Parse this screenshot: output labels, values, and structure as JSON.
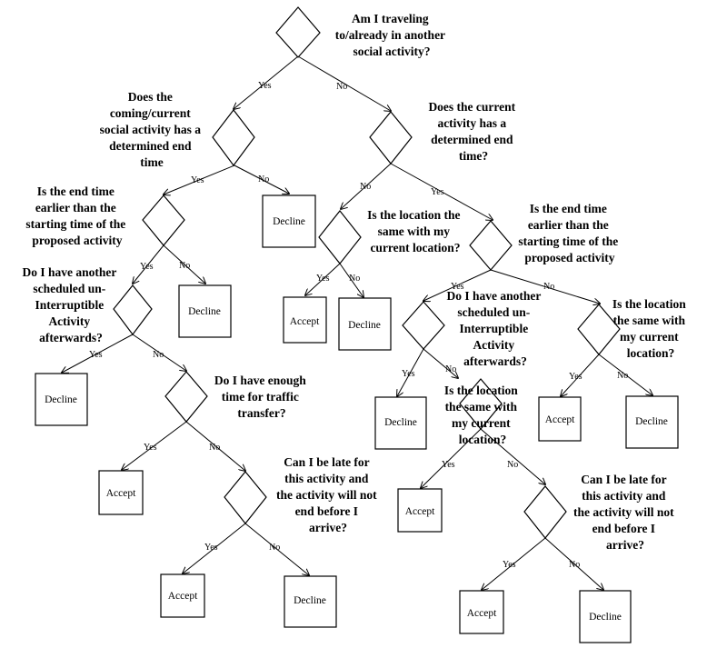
{
  "questions": [
    {
      "id": "q_root",
      "lines": [
        "Am I traveling",
        "to/already in another",
        "social activity?"
      ]
    },
    {
      "id": "q_determined_left",
      "lines": [
        "Does the",
        "coming/current",
        "social activity has a",
        "determined end",
        "time"
      ]
    },
    {
      "id": "q_determined_right",
      "lines": [
        "Does the current",
        "activity has a",
        "determined end",
        "time?"
      ]
    },
    {
      "id": "q_endtime_left",
      "lines": [
        "Is the end time",
        "earlier than the",
        "starting time of the",
        "proposed activity"
      ]
    },
    {
      "id": "q_location_mid",
      "lines": [
        "Is the location the",
        "same with my",
        "current location?"
      ]
    },
    {
      "id": "q_endtime_right",
      "lines": [
        "Is the end time",
        "earlier than the",
        "starting time of the",
        "proposed activity"
      ]
    },
    {
      "id": "q_another_left",
      "lines": [
        "Do I have another",
        "scheduled un-",
        "Interruptible",
        "Activity",
        "afterwards?"
      ]
    },
    {
      "id": "q_another_right",
      "lines": [
        "Do I have another",
        "scheduled un-",
        "Interruptible",
        "Activity",
        "afterwards?"
      ]
    },
    {
      "id": "q_location_right",
      "lines": [
        "Is the location",
        "the same with",
        "my current",
        "location?"
      ]
    },
    {
      "id": "q_traffic",
      "lines": [
        "Do I have enough",
        "time for traffic",
        "transfer?"
      ]
    },
    {
      "id": "q_location_lower",
      "lines": [
        "Is the location",
        "the same with",
        "my current",
        "location?"
      ]
    },
    {
      "id": "q_late_left",
      "lines": [
        "Can I be late for",
        "this activity and",
        "the activity will not",
        "end before I",
        "arrive?"
      ]
    },
    {
      "id": "q_late_right",
      "lines": [
        "Can I be late for",
        "this activity and",
        "the activity will not",
        "end before I",
        "arrive?"
      ]
    }
  ],
  "outcomes": {
    "accept": "Accept",
    "decline": "Decline"
  },
  "edge_labels": {
    "yes": "Yes",
    "no": "No"
  },
  "tree": {
    "q_root": {
      "yes": "q_determined_left",
      "no": "q_determined_right"
    },
    "q_determined_left": {
      "yes": "q_endtime_left",
      "no": "decline"
    },
    "q_determined_right": {
      "no": "q_location_mid",
      "yes": "q_endtime_right"
    },
    "q_endtime_left": {
      "yes": "q_another_left",
      "no": "decline"
    },
    "q_location_mid": {
      "yes": "accept",
      "no": "decline"
    },
    "q_endtime_right": {
      "yes": "q_another_right",
      "no": "q_location_right"
    },
    "q_another_left": {
      "yes": "decline",
      "no": "q_traffic"
    },
    "q_traffic": {
      "yes": "accept",
      "no": "q_late_left"
    },
    "q_late_left": {
      "yes": "accept",
      "no": "decline"
    },
    "q_another_right": {
      "yes": "decline",
      "no": "q_location_lower"
    },
    "q_location_lower": {
      "yes": "accept",
      "no": "q_late_right"
    },
    "q_late_right": {
      "yes": "accept",
      "no": "decline"
    },
    "q_location_right": {
      "yes": "accept",
      "no": "decline"
    }
  }
}
